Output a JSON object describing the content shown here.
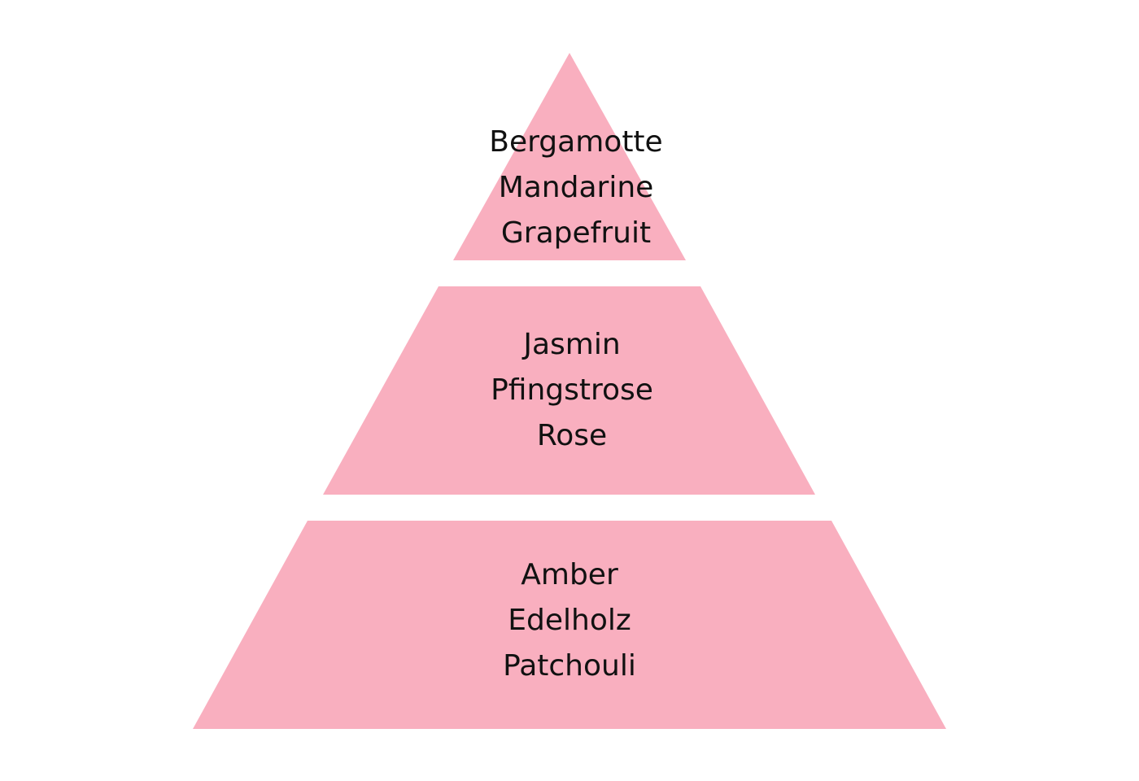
{
  "colors": {
    "background": "#ffffff",
    "tier_fill": "#f9afbf",
    "text": "#111111"
  },
  "pyramid": {
    "tiers": [
      {
        "notes": [
          "Bergamotte",
          "Mandarine",
          "Grapefruit"
        ]
      },
      {
        "notes": [
          "Jasmin",
          "Pfingstrose",
          "Rose"
        ]
      },
      {
        "notes": [
          "Amber",
          "Edelholz",
          "Patchouli"
        ]
      }
    ]
  }
}
